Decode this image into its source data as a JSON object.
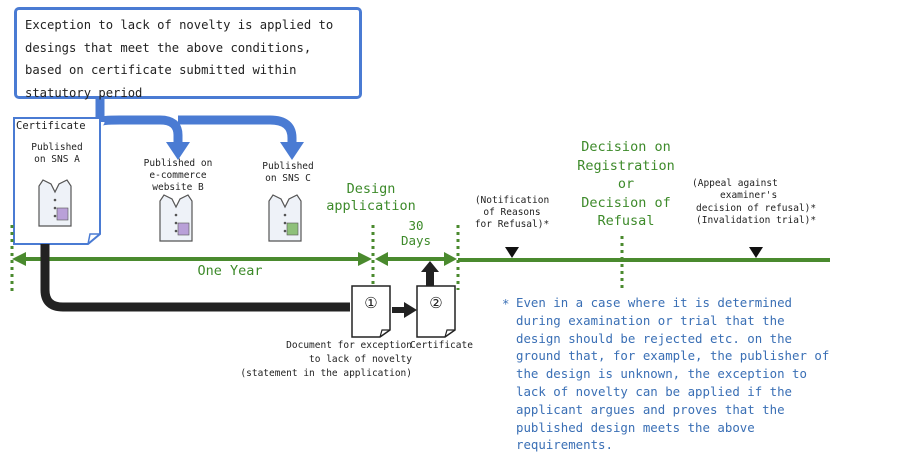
{
  "top_box": {
    "lines": [
      "Exception to lack of novelty is applied to",
      "desings that meet the above conditions,",
      "based on certificate submitted within",
      "statutory period"
    ]
  },
  "certificate_card": {
    "header": "Certificate",
    "lines": [
      "Published",
      "on SNS A"
    ]
  },
  "publication_b": {
    "lines": [
      "Published on",
      "e-commerce",
      "website B"
    ]
  },
  "publication_c": {
    "lines": [
      "Published",
      "on SNS C"
    ]
  },
  "design_application": {
    "lines": [
      "Design",
      "application"
    ]
  },
  "thirty_days": {
    "lines": [
      "30",
      "Days"
    ]
  },
  "one_year": "One Year",
  "notification": {
    "lines": [
      "(Notification",
      "of Reasons",
      "for Refusal)*"
    ]
  },
  "decision": {
    "lines": [
      "Decision on",
      "Registration",
      "or",
      "Decision of",
      "Refusal"
    ]
  },
  "appeal": {
    "lines": [
      "(Appeal against",
      "examiner's",
      "decision of refusal)*",
      "(Invalidation trial)*"
    ]
  },
  "doc1": {
    "number": "①",
    "lines": [
      "Document for exception",
      "to lack of novelty",
      "(statement in the application)"
    ]
  },
  "doc2": {
    "number": "②",
    "label": "Certificate"
  },
  "note": {
    "star": "*",
    "lines": [
      "Even in a case where it is determined",
      "during examination or trial that the",
      "design should be rejected etc. on the",
      "ground that, for example, the publisher of",
      "the design is unknown, the exception to",
      "lack of novelty can be applied if the",
      "applicant argues and proves that the",
      "published design meets the above",
      "requirements."
    ]
  },
  "colors": {
    "blue": "#4a7bd3",
    "green": "#4a8a2e",
    "black": "#222222",
    "note_blue": "#3a6fb5"
  }
}
